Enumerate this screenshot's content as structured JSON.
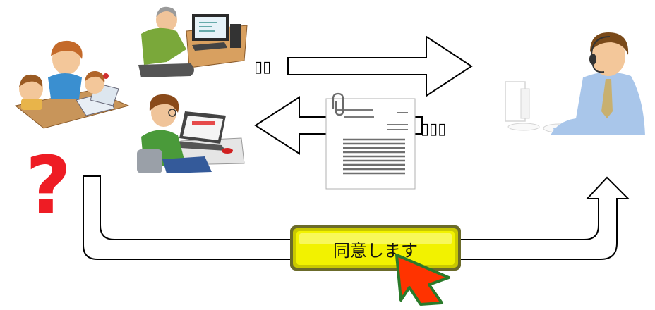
{
  "labels": {
    "right_arrow_text": "▯▯",
    "left_arrow_text": "▯▯▯",
    "question_mark": "?",
    "agree_button": "同意します"
  },
  "colors": {
    "question_mark": "#ee1c24",
    "button_fill": "#f2f200",
    "button_border": "#6b6b2a",
    "cursor_fill": "#ff3300",
    "cursor_outline": "#2a7a2a",
    "arrow_outline": "#000000"
  },
  "icons": {
    "family_illustration": "parent-with-children-at-laptop",
    "elderly_user_illustration": "elderly-man-at-desktop-computer",
    "young_user_illustration": "young-man-at-laptop",
    "document_illustration": "clipped-document",
    "operator_illustration": "support-operator-with-headset",
    "cursor": "mouse-pointer-arrow-icon"
  }
}
